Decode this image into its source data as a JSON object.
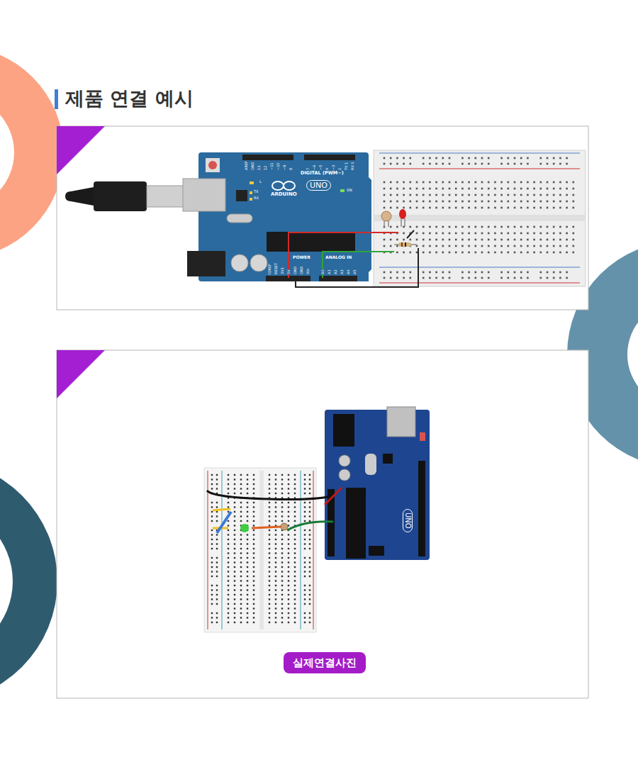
{
  "diagram": {
    "title": "제품 연결 예시",
    "nodes": [
      {
        "text": [
          "실제연결사진"
        ]
      }
    ],
    "labels": [
      "DIGITAL (PWM~)",
      "ARDUINO",
      "UNO",
      "ON",
      "L",
      "TX",
      "RX",
      "AREF",
      "GND",
      "13",
      "12",
      "~11",
      "~10",
      "~9",
      "8",
      "7",
      "~6",
      "~5",
      "4",
      "~3",
      "2",
      "TX 1",
      "RX 0",
      "POWER",
      "ANALOG IN",
      "IOREF",
      "RESET",
      "3V3",
      "5V",
      "GND",
      "GND",
      "Vin",
      "A0",
      "A1",
      "A2",
      "A3",
      "A4",
      "A5",
      "UNO"
    ]
  }
}
